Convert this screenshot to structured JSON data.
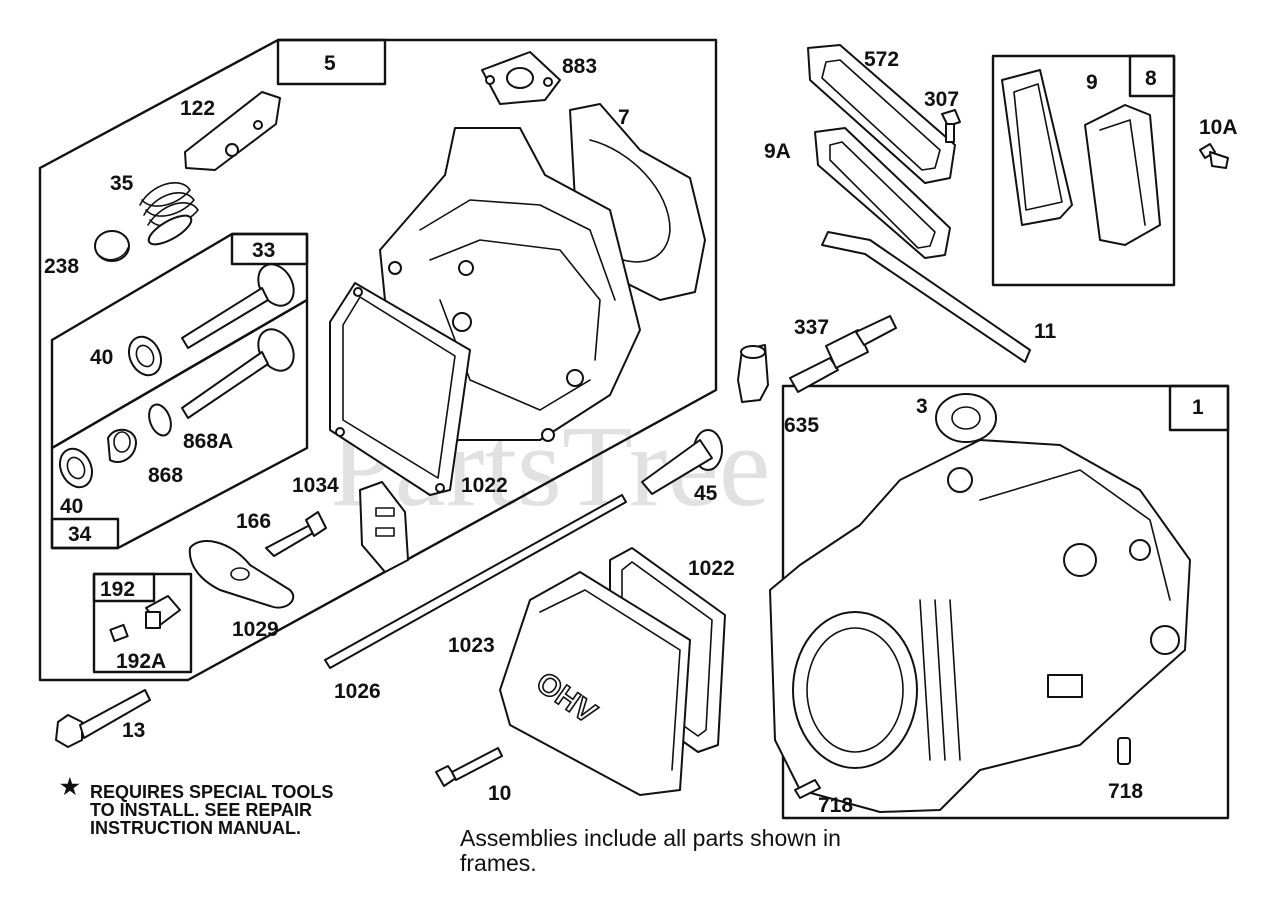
{
  "watermark": "PartsTree",
  "callouts": {
    "c5": "5",
    "c883": "883",
    "c7": "7",
    "c122": "122",
    "c35": "35",
    "c238": "238",
    "c33": "33",
    "c40a": "40",
    "c40b": "40",
    "c868a": "868A",
    "c868": "868",
    "c34": "34",
    "c1034": "1034",
    "c1022a": "1022",
    "c166": "166",
    "c1029": "1029",
    "c192": "192",
    "c192a": "192A",
    "c13": "13",
    "c572": "572",
    "c307": "307",
    "c9a": "9A",
    "c9": "9",
    "c8": "8",
    "c10a": "10A",
    "c11": "11",
    "c337": "337",
    "c635": "635",
    "c45": "45",
    "c3": "3",
    "c1": "1",
    "c1022b": "1022",
    "c1023": "1023",
    "c1026": "1026",
    "c10": "10",
    "c718a": "718",
    "c718b": "718"
  },
  "notes": {
    "star": "★",
    "tools_line1": "REQUIRES SPECIAL TOOLS",
    "tools_line2": "TO INSTALL.  SEE REPAIR",
    "tools_line3": "INSTRUCTION MANUAL.",
    "assemblies_line1": "Assemblies include all parts shown in",
    "assemblies_line2": "frames."
  }
}
